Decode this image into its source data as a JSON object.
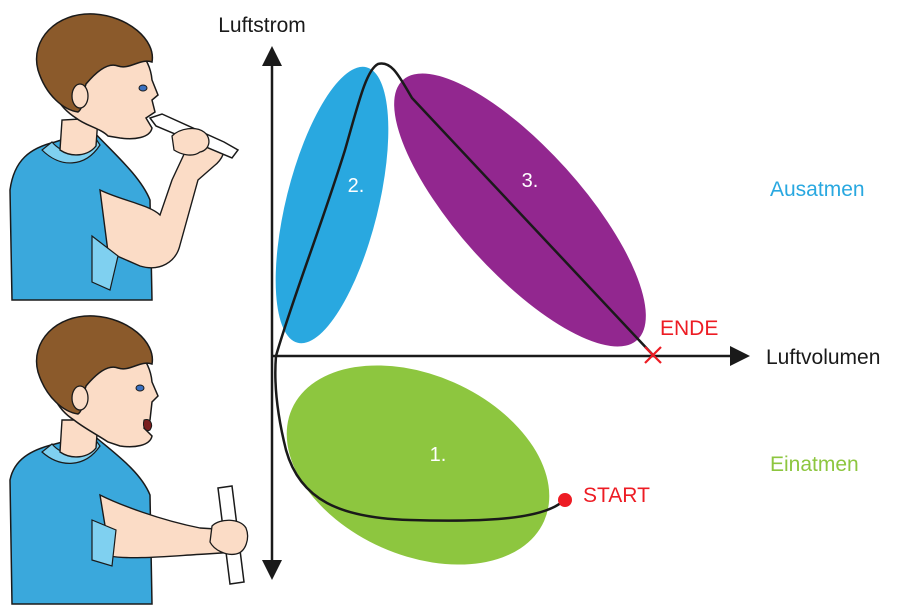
{
  "axes": {
    "y_label": "Luftstrom",
    "x_label": "Luftvolumen"
  },
  "phases": [
    {
      "label": "1.",
      "color": "#8dc63f"
    },
    {
      "label": "2.",
      "color": "#29a8e0"
    },
    {
      "label": "3.",
      "color": "#92278f"
    }
  ],
  "markers": {
    "start_label": "START",
    "end_label": "ENDE",
    "marker_color": "#ed1c24"
  },
  "side_labels": {
    "exhale": "Ausatmen",
    "exhale_color": "#29a8e0",
    "inhale": "Einatmen",
    "inhale_color": "#8dc63f"
  },
  "figures": {
    "skin_color": "#fbdcc6",
    "hair_color": "#8b5a2b",
    "shirt_color": "#3aa8dc",
    "device_color": "#ffffff"
  }
}
